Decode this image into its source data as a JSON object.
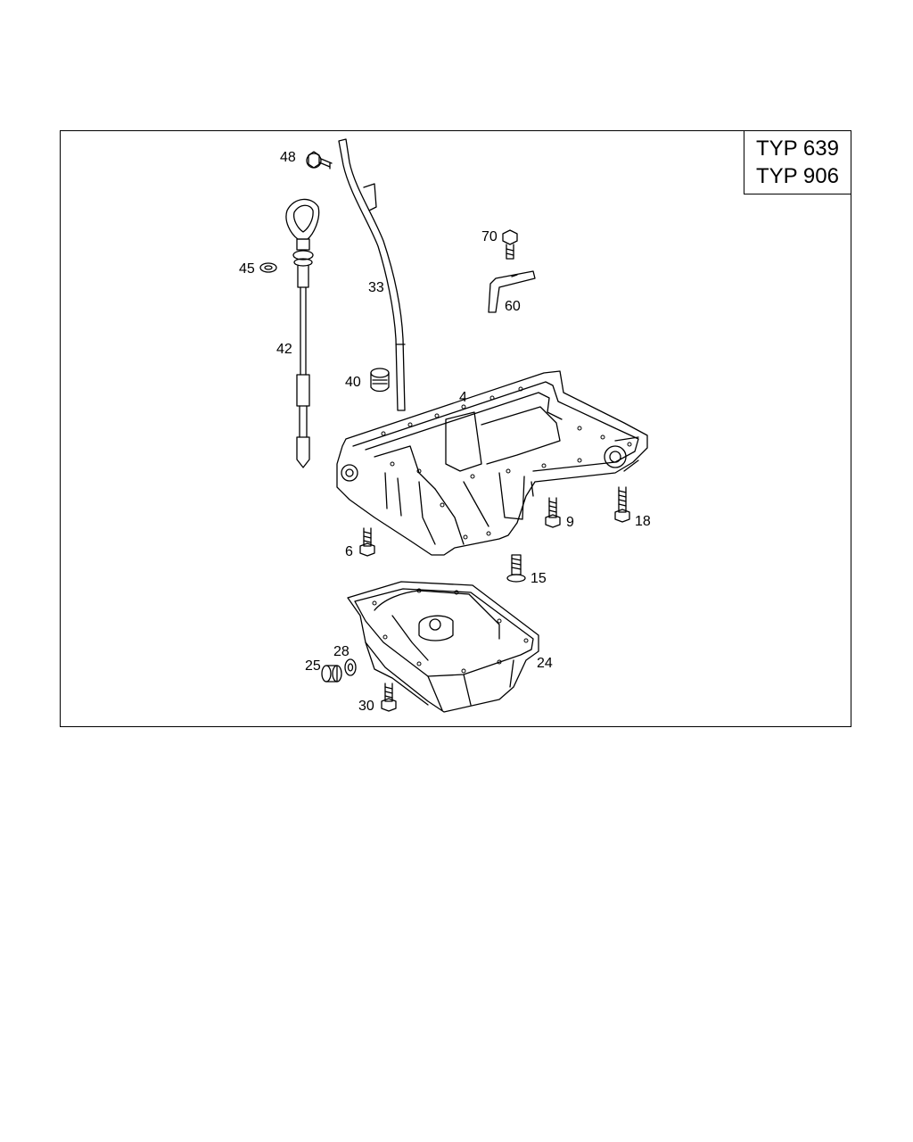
{
  "type_box": {
    "line1": "TYP 639",
    "line2": "TYP 906"
  },
  "callouts": [
    {
      "id": "48"
    },
    {
      "id": "45"
    },
    {
      "id": "42"
    },
    {
      "id": "33"
    },
    {
      "id": "40"
    },
    {
      "id": "4"
    },
    {
      "id": "70"
    },
    {
      "id": "60"
    },
    {
      "id": "9"
    },
    {
      "id": "18"
    },
    {
      "id": "6"
    },
    {
      "id": "15"
    },
    {
      "id": "28"
    },
    {
      "id": "25"
    },
    {
      "id": "24"
    },
    {
      "id": "30"
    }
  ],
  "colors": {
    "line": "#000000",
    "background": "#ffffff"
  }
}
